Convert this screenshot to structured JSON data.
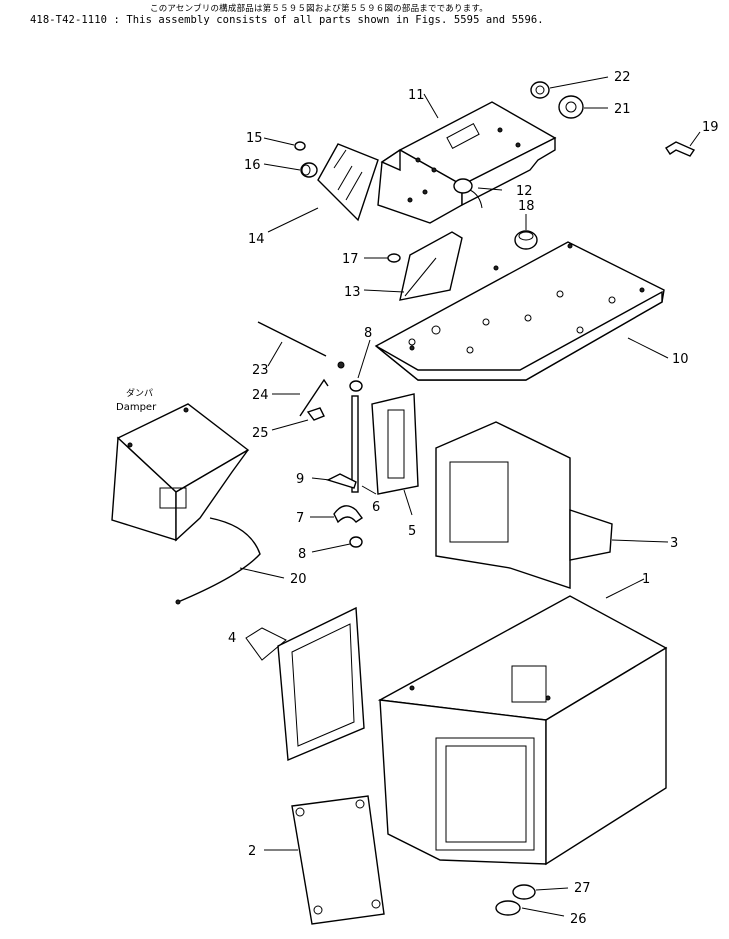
{
  "header": {
    "line_jp": "このアセンブリの構成部品は第５５９５図および第５５９６図の部品までであります。",
    "line_en": "418-T42-1110 : This assembly consists of all parts shown in Figs. 5595 and 5596."
  },
  "damper": {
    "label_jp": "ダンパ",
    "label_en": "Damper"
  },
  "callouts": {
    "c1": "1",
    "c2": "2",
    "c3": "3",
    "c4": "4",
    "c5": "5",
    "c6": "6",
    "c7": "7",
    "c8a": "8",
    "c8b": "8",
    "c9": "9",
    "c10": "10",
    "c11": "11",
    "c12": "12",
    "c13": "13",
    "c14": "14",
    "c15": "15",
    "c16": "16",
    "c17": "17",
    "c18": "18",
    "c19": "19",
    "c20": "20",
    "c21": "21",
    "c22": "22",
    "c23": "23",
    "c24": "24",
    "c25": "25",
    "c26": "26",
    "c27": "27"
  }
}
